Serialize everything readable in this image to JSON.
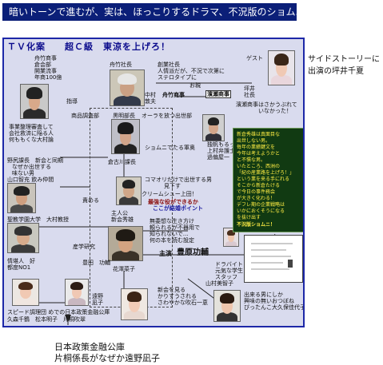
{
  "banner": {
    "text": "暗いトーンで進むが、実は、ほっこりするドラマ、不況版のショムニ"
  },
  "diagram": {
    "header": "ＴＶ化案　　超Ｃ級　東涼を上げろ！",
    "labels": {
      "funaki_1": "舟竹商事",
      "funaki_2": "倉会部",
      "funaki_3": "開業流事",
      "funaki_4": "年商100億",
      "funaki_pres": "舟竹社長",
      "souri_1": "創業社長",
      "souri_2": "人情派だが、不況で次第に",
      "souri_3": "ステロタイプに",
      "guest": "ゲスト",
      "oyako": "お親",
      "nakamura_1": "中村",
      "nakamura_2": "敦夫",
      "funaki_com": "舟竹商事",
      "hama_com": "濱瀬商事",
      "tsuboi_1": "坪井",
      "tsuboi_2": "社長",
      "tsuboi_3": "濱瀬商事はさかうぶれて",
      "tsuboi_4": "いなかった！",
      "shiteki": "指導",
      "shohin": "商品調査部",
      "kuroaki": "黒明部長",
      "aura": "オーラを放つ出世部",
      "kaigi_1": "事業整理審査して",
      "kaigi_2": "会社救済に陥る人",
      "kaigi_3": "何ももくな大村論",
      "shomuni": "ショムニでたる軍奥",
      "funaki_boss_1": "独帆もるっ",
      "funaki_boss_2": "上村弁護士",
      "funaki_boss_3": "過偏屋一",
      "kuromatsu": "倉古川課長",
      "nobe_1": "野尻課長　新会と同期",
      "nobe_2": "なぜか出世する",
      "nobe_3": "味ない男",
      "yamaguchi": "山口智充 飲み仲間",
      "sebaru": "責める",
      "komari_1": "コマオリだけで出世する男",
      "komari_2": "見下す",
      "cream": "クリームシュー上田！",
      "kouhyou": "最強な役ができるか",
      "koko": "ここが結婚ポイント",
      "shujinko_1": "主人公",
      "shujinko_2": "新会秀雄",
      "seigaku": "聖教学園大学　大村教授",
      "mugai_1": "無委想な生き方け",
      "mugai_2": "頼られるが不器用で",
      "mugai_3": "知られないで…",
      "mugai_4": "何の本を読む設定",
      "sangaku": "産学研究",
      "kyokan_1": "情堪人　好",
      "kyokan_2": "都度NO1",
      "ei": "豊田　功輔",
      "main_label": "主演",
      "main_name": "豊原功輔",
      "dora_1": "ドラバイト",
      "dora_2": "元気な学生",
      "dora_3": "スタッフ",
      "yamamura": "山村美智子",
      "hana": "花澤菜子",
      "tono_1": "遠野",
      "tono_2": "凪子",
      "shin_1": "新会を見る",
      "shin_2": "かりすうされる",
      "shin_3": "さわやかな吹石一恵",
      "deru_1": "出来る男にしか",
      "deru_2": "興味の無いおつぼね",
      "deru_3": "ぴったんこ大久保佳代子",
      "speed": "スピード調理団 めでの日本政策金融公庫",
      "names": "久森千鶴　松本明子　片桐吹翠",
      "story_1": "新倉秀雄は真面目な",
      "story_2": "出世しない男。",
      "story_3": "毎年の業績鍵文を",
      "story_4": "今年は考えようかと",
      "story_5": "と不慣な男。",
      "story_6": "いたところ、西洲の",
      "story_7": "「紀の産業路を上げろ！」",
      "story_8": "という業を来る手にれる",
      "story_9": "そこから新倉たける",
      "story_10": "で今日の事件務会",
      "story_11": "が大きく化わる！",
      "story_12": "デフレ期の企業戦略は",
      "story_13": "いかにおくそうになる",
      "story_14": "を抜け出す",
      "story_15": "不況版ショムニ！"
    }
  },
  "side_note": {
    "line1": "サイドストーリーに",
    "line2": "出演の坪井千夏"
  },
  "caption": {
    "line1": "日本政策金融公庫",
    "line2": "片桐係長がなぜか遠野凪子"
  },
  "colors": {
    "banner_bg": "#0b1f78",
    "diagram_bg": "#d9dbee",
    "diagram_border": "#1d28a8",
    "story_bg": "#113a12",
    "story_text": "#ffee44"
  }
}
